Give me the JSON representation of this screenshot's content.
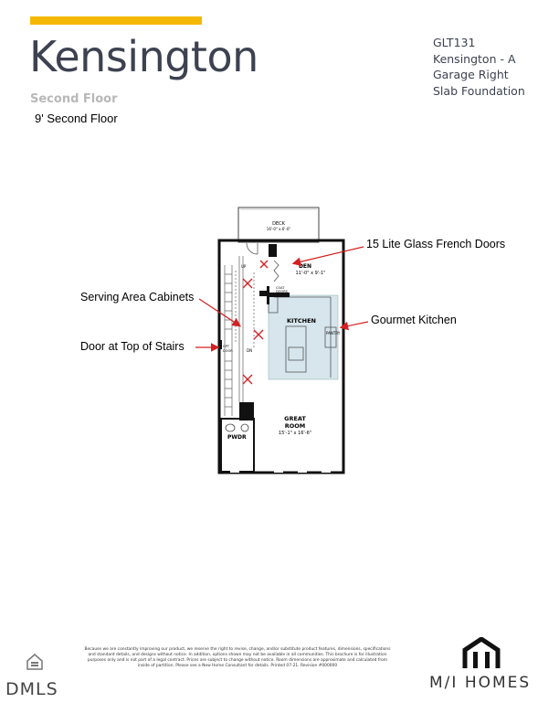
{
  "header": {
    "title": "Kensington",
    "subtitle": "Second Floor",
    "ceiling_note": "9' Second Floor",
    "plan_code": "GLT131",
    "elevation": "Kensington - A",
    "garage": "Garage Right",
    "foundation": "Slab Foundation"
  },
  "rooms": {
    "deck_name": "DECK",
    "deck_size": "16'-0\" x 6'-0\"",
    "den_name": "DEN",
    "den_size": "11'-0\" x 9'-1\"",
    "kitchen_name": "KITCHEN",
    "great_room_name": "GREAT",
    "great_room_name2": "ROOM",
    "great_room_size": "15'-1\" x 16'-6\"",
    "powder_name": "PWDR",
    "stair_up": "UP",
    "stair_dn": "DN",
    "coat_closet": "COAT",
    "closet_doors": "DOORS",
    "opt_door": "OPT",
    "opt_door2": "DOOR",
    "pantry": "PANTRY"
  },
  "callouts": {
    "french_doors": "15 Lite Glass French Doors",
    "serving_cabinets": "Serving Area Cabinets",
    "gourmet_kitchen": "Gourmet Kitchen",
    "stair_door": "Door at Top of Stairs"
  },
  "footer": {
    "disclaimer": "Because we are constantly improving our product, we reserve the right to revise, change, and/or substitute product features, dimensions, specifications and standard details, and designs without notice. In addition, options shown may not be available in all communities. This brochure is for illustration purposes only and is not part of a legal contract. Prices are subject to change without notice. Room dimensions are approximate and calculated from inside of partition. Please see a New Home Consultant for details. Printed 07-21. Revision #000000",
    "mls_mark": "DMLS",
    "builder_name": "M/I HOMES"
  },
  "colors": {
    "accent": "#f5b800",
    "title": "#3c4250",
    "kitchen_fill": "#d6e6ec",
    "arrow": "#d42020"
  }
}
